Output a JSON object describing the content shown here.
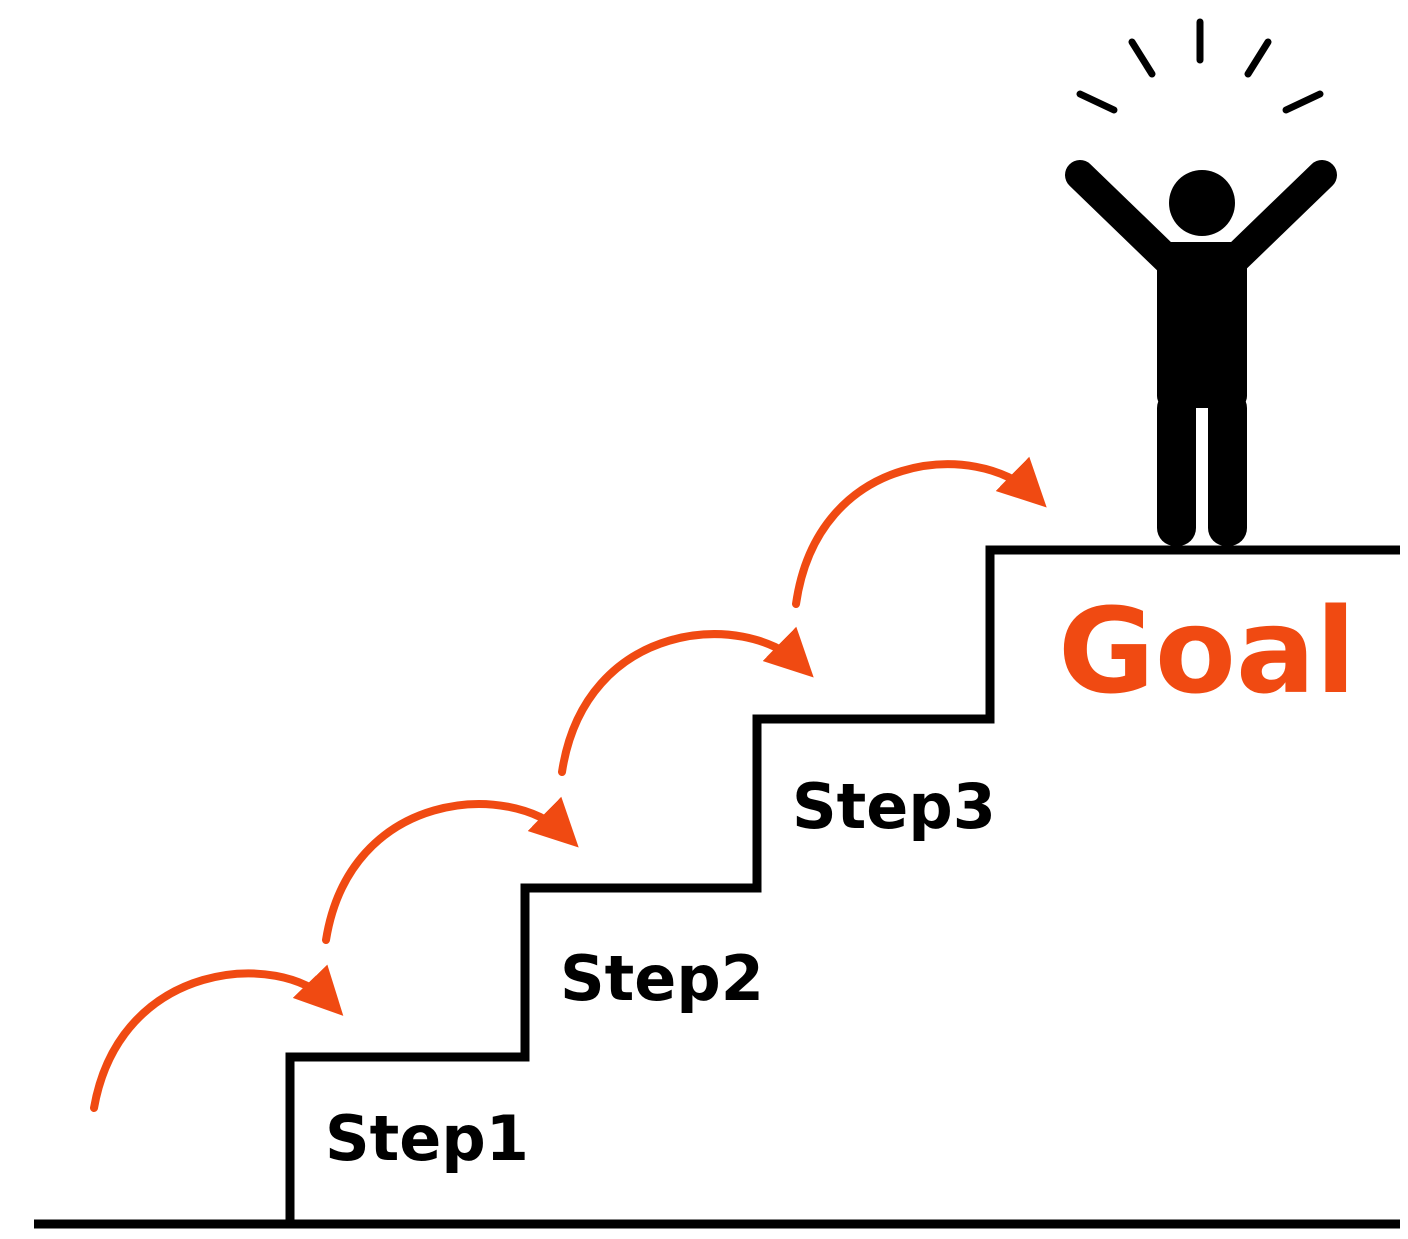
{
  "colors": {
    "line": "#000000",
    "accent": "#f04a12",
    "figure": "#000000",
    "background": "#ffffff"
  },
  "steps": [
    {
      "label": "Step1"
    },
    {
      "label": "Step2"
    },
    {
      "label": "Step3"
    }
  ],
  "goal": {
    "label": "Goal"
  },
  "figure": {
    "icon": "celebrating-person-icon"
  }
}
